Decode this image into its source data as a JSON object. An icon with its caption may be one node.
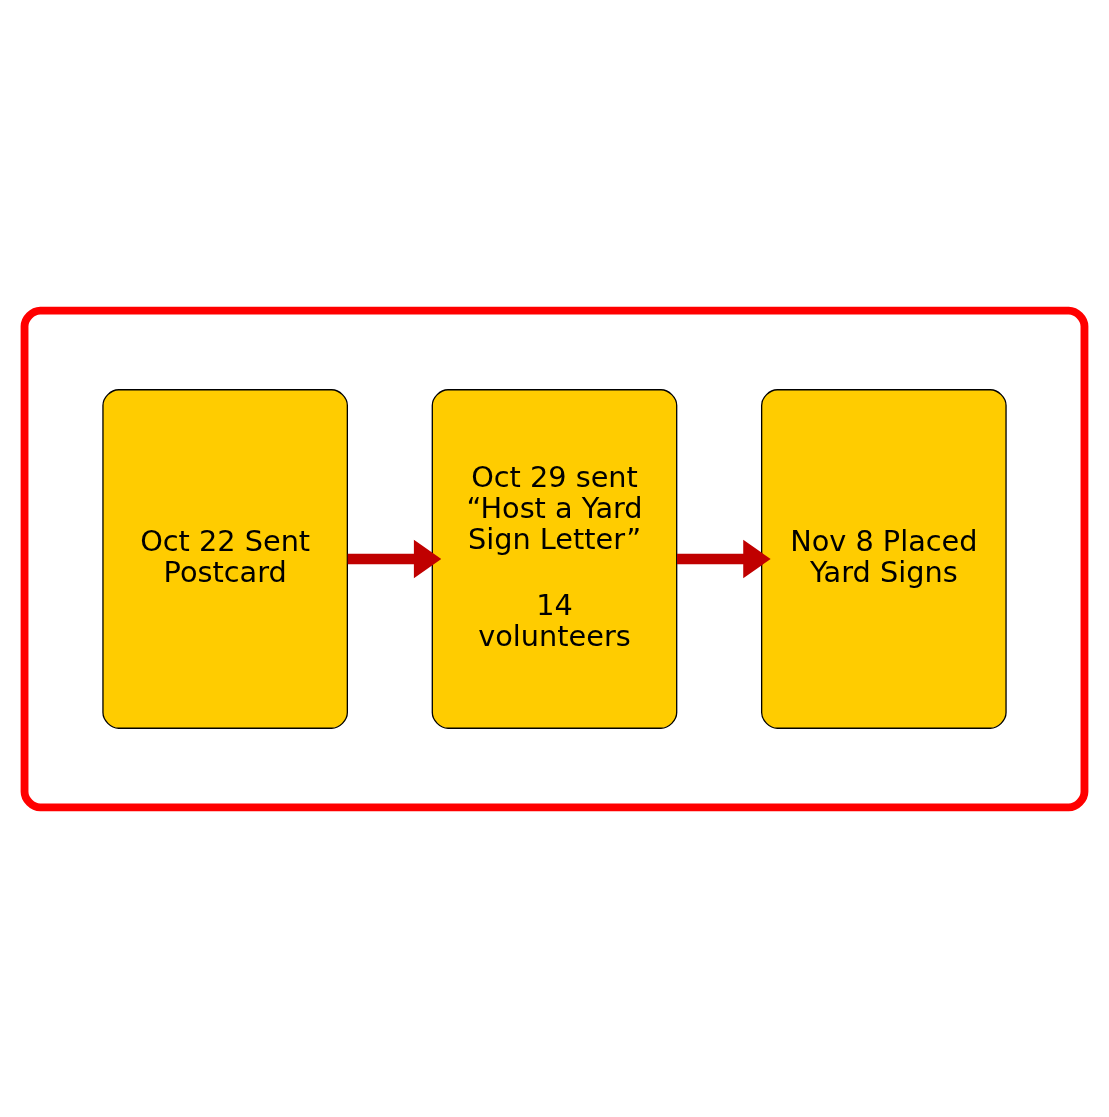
{
  "diagram": {
    "nodes": [
      {
        "text": [],
        "shape": "box"
      },
      {
        "text": [
          "Oct 22 Sent Postcard"
        ],
        "in": 0
      },
      {
        "text": [
          "Oct 29 sent “Host a Yard Sign Letter”",
          "14 volunteers"
        ],
        "in": 0
      },
      {
        "text": [
          "Nov 8 Placed Yard Signs"
        ],
        "in": 0
      }
    ],
    "edges": [
      {
        "from": 1,
        "to": 2,
        "arrow": "to"
      },
      {
        "from": 2,
        "to": 3,
        "arrow": "to"
      }
    ]
  }
}
